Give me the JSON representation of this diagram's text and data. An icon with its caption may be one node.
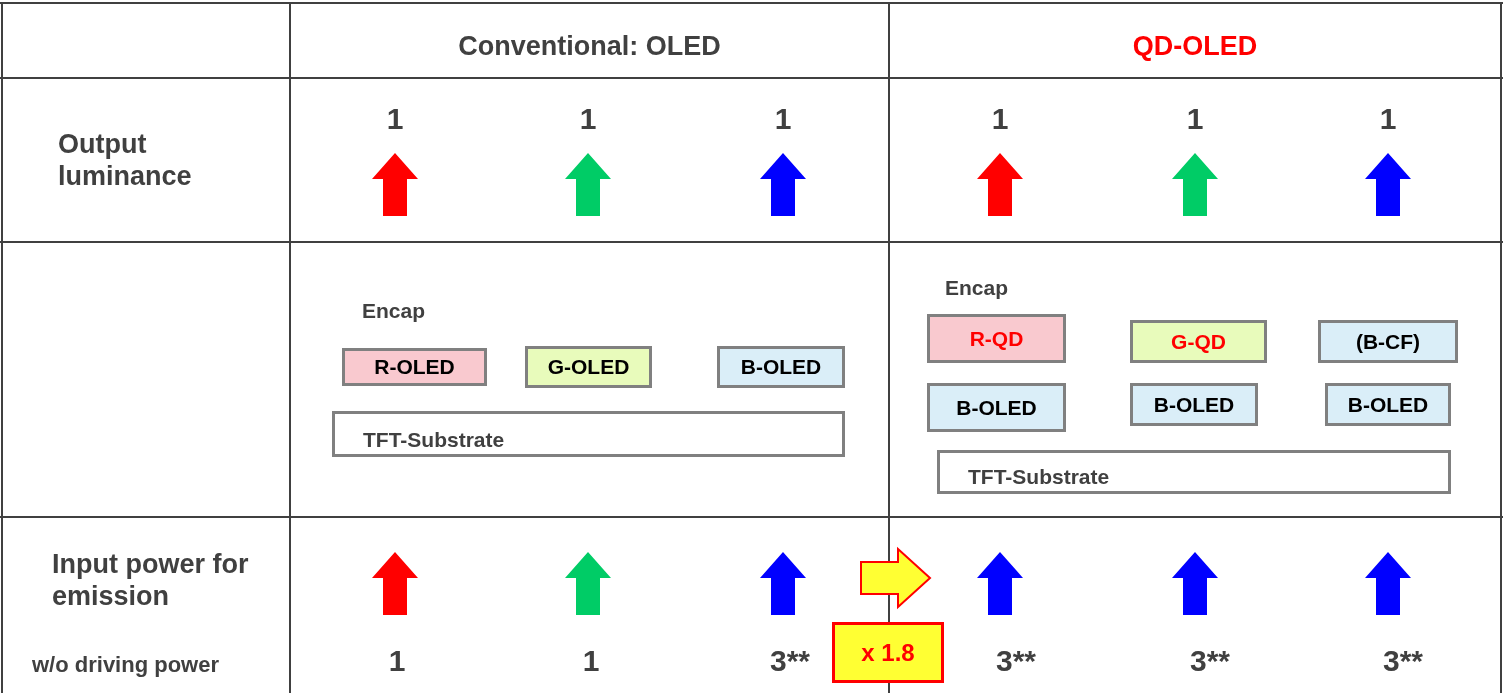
{
  "diagram": {
    "nodes": [
      {
        "text": [
          "R-OLED"
        ]
      },
      {
        "text": [
          "G-OLED"
        ]
      },
      {
        "text": [
          "B-OLED"
        ]
      },
      {
        "text": [
          "TFT-Substrate"
        ]
      },
      {
        "text": [
          "R-QD"
        ]
      },
      {
        "text": [
          "G-QD"
        ]
      },
      {
        "text": [
          "(B-CF)"
        ]
      },
      {
        "text": [
          "B-OLED"
        ]
      },
      {
        "text": [
          "B-OLED"
        ]
      },
      {
        "text": [
          "B-OLED"
        ]
      },
      {
        "text": [
          "TFT-Substrate"
        ]
      },
      {
        "text": [
          "x 1.8"
        ]
      }
    ],
    "labels": [
      "Conventional: OLED",
      "QD-OLED",
      "Output luminance",
      "1",
      "1",
      "1",
      "1",
      "1",
      "1",
      "Encap",
      "Encap",
      "Input power for emission",
      "w/o driving power",
      "1",
      "1",
      "3**",
      "3**",
      "3**",
      "3**"
    ]
  }
}
